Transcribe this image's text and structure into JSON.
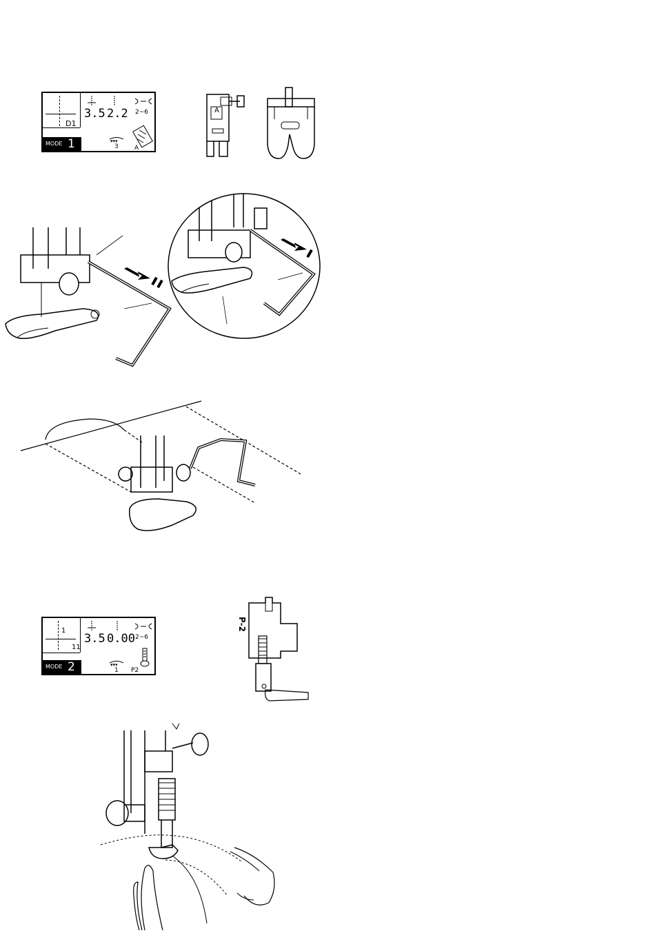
{
  "lcd1": {
    "pattern": "D1",
    "width_value": "3.5",
    "length_value": "2.2",
    "tension_range": "2~6",
    "mode_label": "MODE",
    "mode_number": "1",
    "stitch_setting": "3",
    "foot_letter": "A"
  },
  "foot_a": {
    "letter": "A"
  },
  "lcd2": {
    "pattern": "11",
    "pattern_top": "1",
    "width_value": "3.5",
    "length_value": "0.00",
    "tension_range": "2~6",
    "mode_label": "MODE",
    "mode_number": "2",
    "stitch_setting": "1",
    "foot_code": "P2"
  },
  "darning_foot": {
    "label": "P-2"
  }
}
